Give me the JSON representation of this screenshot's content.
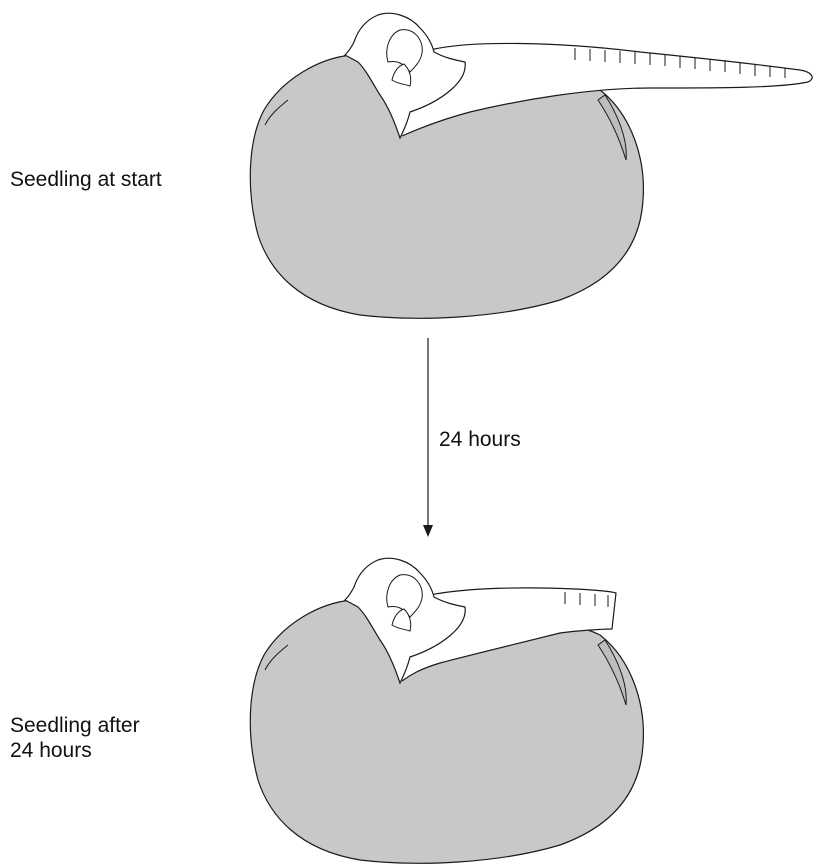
{
  "labels": {
    "seedling_start": "Seedling at start",
    "seedling_after_line1": "Seedling after",
    "seedling_after_line2": "24 hours",
    "time_arrow": "24 hours"
  },
  "colors": {
    "seed_fill": "#c8c8c8",
    "outline": "#1a1a1a",
    "background": "#ffffff"
  }
}
